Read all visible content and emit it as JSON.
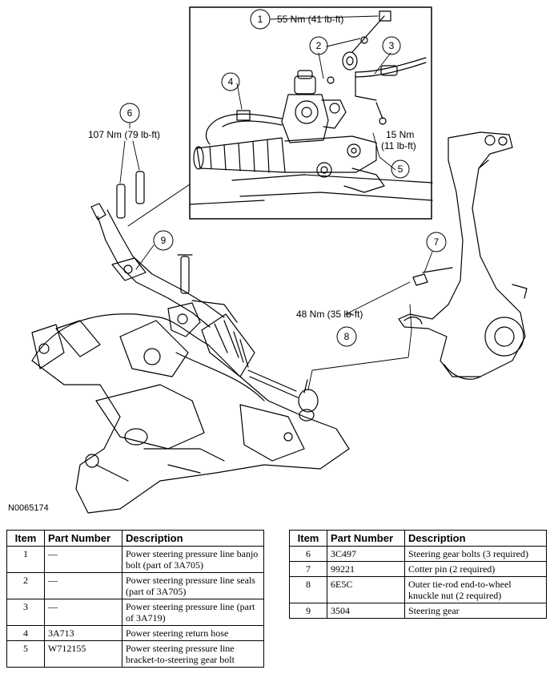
{
  "callouts": {
    "c1": "1",
    "c2": "2",
    "c3": "3",
    "c4": "4",
    "c5": "5",
    "c6": "6",
    "c7": "7",
    "c8": "8",
    "c9": "9"
  },
  "torque": {
    "t1": "55 Nm (41 lb-ft)",
    "t6": "107 Nm (79 lb-ft)",
    "t5a": "15 Nm",
    "t5b": "(11 lb-ft)",
    "t8": "48 Nm (35 lb-ft)"
  },
  "figure_id": "N0065174",
  "table": {
    "headers": {
      "item": "Item",
      "part": "Part Number",
      "desc": "Description"
    },
    "left": [
      {
        "item": "1",
        "part": "—",
        "desc": "Power steering pressure line banjo bolt (part of 3A705)"
      },
      {
        "item": "2",
        "part": "—",
        "desc": "Power steering pressure line seals (part of 3A705)"
      },
      {
        "item": "3",
        "part": "—",
        "desc": "Power steering pressure line (part of 3A719)"
      },
      {
        "item": "4",
        "part": "3A713",
        "desc": "Power steering return hose"
      },
      {
        "item": "5",
        "part": "W712155",
        "desc": "Power steering pressure line bracket-to-steering gear bolt"
      }
    ],
    "right": [
      {
        "item": "6",
        "part": "3C497",
        "desc": "Steering gear bolts (3 required)"
      },
      {
        "item": "7",
        "part": "99221",
        "desc": "Cotter pin (2 required)"
      },
      {
        "item": "8",
        "part": "6E5C",
        "desc": "Outer tie-rod end-to-wheel knuckle nut (2 required)"
      },
      {
        "item": "9",
        "part": "3504",
        "desc": "Steering gear"
      }
    ]
  }
}
